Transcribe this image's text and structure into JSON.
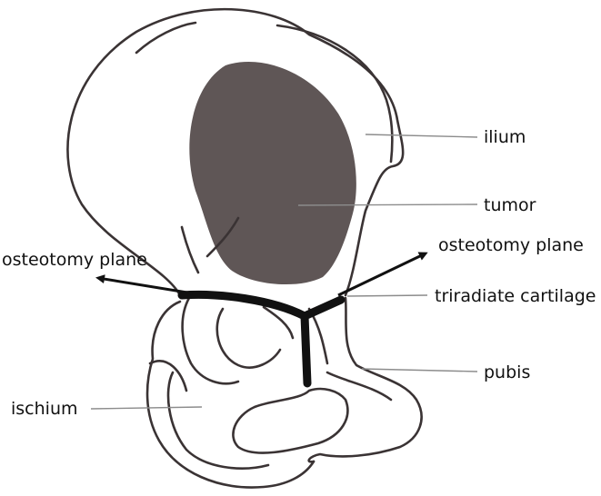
{
  "labels": {
    "ilium": "ilium",
    "tumor": "tumor",
    "osteotomy_left": "osteotomy plane",
    "osteotomy_right": "osteotomy plane",
    "triradiate": "triradiate cartilage",
    "pubis": "pubis",
    "ischium": "ischium"
  },
  "colors": {
    "outline": "#3a3334",
    "tumor": "#5f5656",
    "cartilage": "#111111",
    "leader": "#8c8c8c",
    "text": "#111111"
  }
}
